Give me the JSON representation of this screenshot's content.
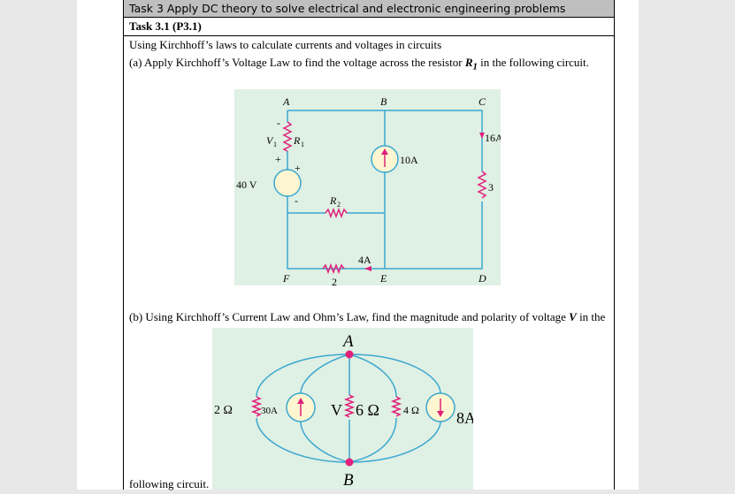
{
  "header": {
    "title": "Task 3   Apply DC theory to solve electrical and electronic engineering problems"
  },
  "subtask": "Task 3.1 (P3.1)",
  "intro": "Using Kirchhoff’s laws to calculate currents and voltages in circuits",
  "part_a": {
    "prefix": "(a) Apply Kirchhoff’s Voltage Law to find the voltage across the resistor ",
    "var": "R",
    "sub": "1",
    "suffix": " in the following circuit."
  },
  "circuit1": {
    "nodes": [
      "A",
      "B",
      "C",
      "D",
      "E",
      "F"
    ],
    "source_v": "40 V",
    "r1": "R",
    "r1_sub": "1",
    "v1": "V",
    "v1_sub": "1",
    "r2": "R",
    "r2_sub": "2",
    "i_src": "10A",
    "i_c": "16A",
    "r3": "3",
    "r_bottom": "2",
    "i_bottom": "4A",
    "plus": "+",
    "minus": "-"
  },
  "part_b": {
    "prefix": "(b) Using Kirchhoff’s Current Law and Ohm’s Law, find the magnitude and polarity of voltage ",
    "var": "V",
    "suffix": " in the",
    "cont": "following circuit."
  },
  "circuit2": {
    "node_a": "A",
    "node_b": "B",
    "r_left": "2 Ω",
    "i_left": "30A",
    "v": "V",
    "r_mid": "6 Ω",
    "r_right": "4 Ω",
    "i_right": "8A"
  },
  "colors": {
    "wire": "#3aa7d0",
    "component": "#e0207a",
    "background": "#dff0e4",
    "source_fill": "#fdf6d0"
  }
}
